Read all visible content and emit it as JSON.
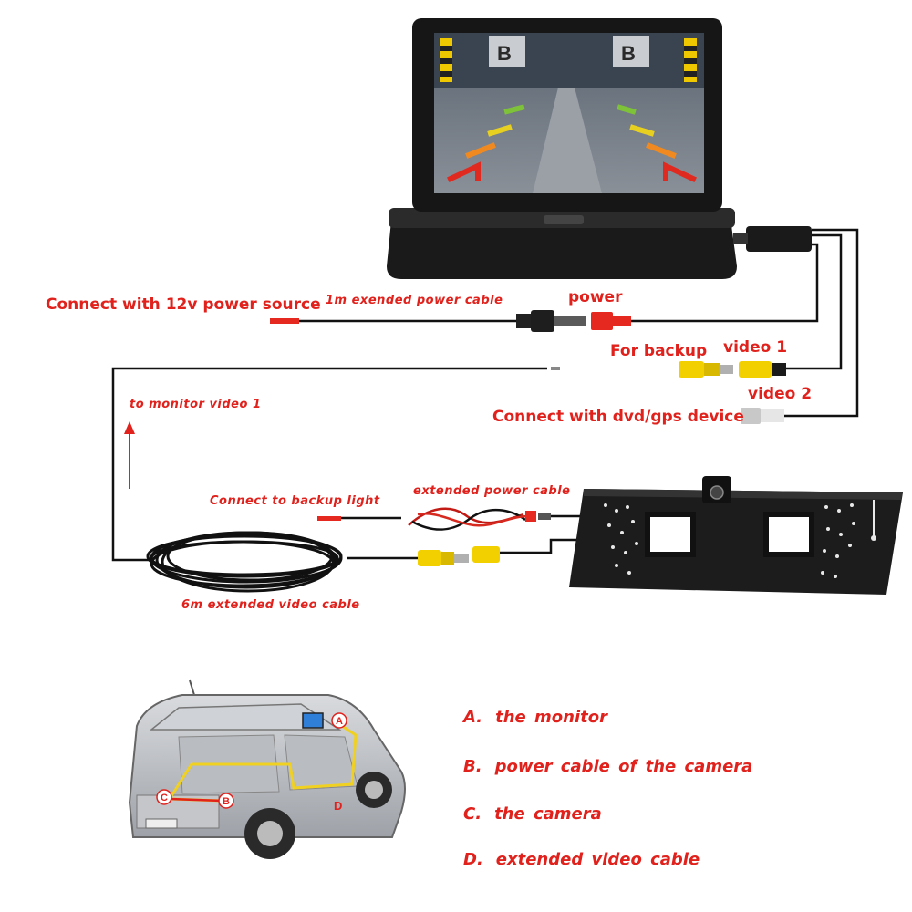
{
  "screen_letters": [
    "B",
    "B"
  ],
  "labels": {
    "power_source": "Connect with 12v power source",
    "power_cable_1m": "1m exended power cable",
    "power": "power",
    "for_backup": "For backup",
    "video1": "video 1",
    "video2": "video 2",
    "dvd_gps": "Connect with dvd/gps device",
    "to_monitor": "to monitor video 1",
    "backup_light": "Connect to backup light",
    "ext_power_cable": "extended power cable",
    "video_cable_6m": "6m extended video cable"
  },
  "car_markers": [
    "A",
    "B",
    "C",
    "D"
  ],
  "legend": [
    {
      "key": "A.",
      "text": "the monitor"
    },
    {
      "key": "B.",
      "text": "power cable of the camera"
    },
    {
      "key": "C.",
      "text": "the camera"
    },
    {
      "key": "D.",
      "text": "extended video cable"
    }
  ],
  "colors": {
    "label_red": "#e0211c",
    "rca_yellow": "#f2d000",
    "plug_red": "#e52820",
    "wire": "#111111",
    "route_yellow": "#f0d020"
  }
}
